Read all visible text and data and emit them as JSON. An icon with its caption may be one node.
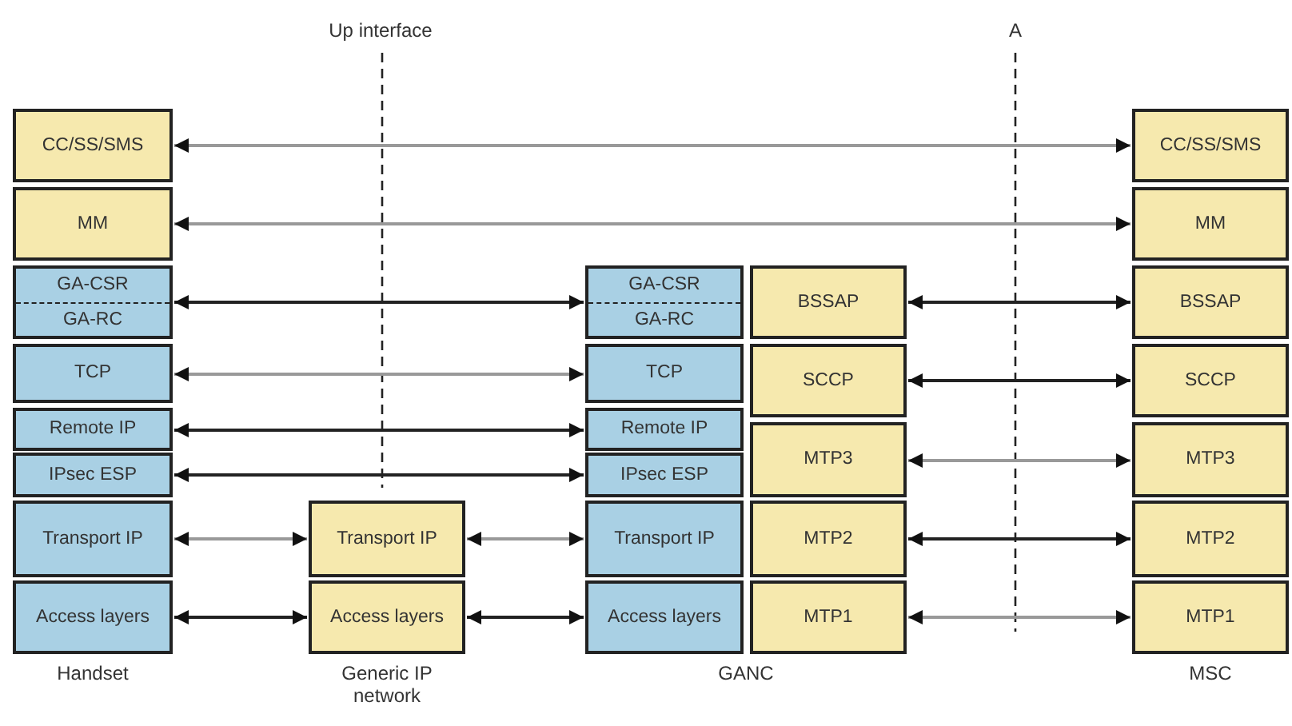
{
  "diagram": {
    "nodes": [
      {
        "text": [
          "CC/SS/SMS"
        ]
      },
      {
        "text": [
          "MM"
        ]
      },
      {
        "text": [
          "GA-CSR",
          "GA-RC"
        ]
      },
      {
        "text": [
          "TCP"
        ]
      },
      {
        "text": [
          "Remote IP"
        ]
      },
      {
        "text": [
          "IPsec ESP"
        ]
      },
      {
        "text": [
          "Transport IP"
        ]
      },
      {
        "text": [
          "Access layers"
        ]
      },
      {
        "text": [
          "Transport IP"
        ]
      },
      {
        "text": [
          "Access layers"
        ]
      },
      {
        "text": [
          "GA-CSR",
          "GA-RC"
        ]
      },
      {
        "text": [
          "TCP"
        ]
      },
      {
        "text": [
          "Remote IP"
        ]
      },
      {
        "text": [
          "IPsec ESP"
        ]
      },
      {
        "text": [
          "Transport IP"
        ]
      },
      {
        "text": [
          "Access layers"
        ]
      },
      {
        "text": [
          "BSSAP"
        ]
      },
      {
        "text": [
          "SCCP"
        ]
      },
      {
        "text": [
          "MTP3"
        ]
      },
      {
        "text": [
          "MTP2"
        ]
      },
      {
        "text": [
          "MTP1"
        ]
      },
      {
        "text": [
          "CC/SS/SMS"
        ]
      },
      {
        "text": [
          "MM"
        ]
      },
      {
        "text": [
          "BSSAP"
        ]
      },
      {
        "text": [
          "SCCP"
        ]
      },
      {
        "text": [
          "MTP3"
        ]
      },
      {
        "text": [
          "MTP2"
        ]
      },
      {
        "text": [
          "MTP1"
        ]
      }
    ],
    "edges": [
      {
        "from": 0,
        "to": 21,
        "arrow": "both",
        "color": "#999999"
      },
      {
        "from": 1,
        "to": 22,
        "arrow": "both",
        "color": "#999999"
      },
      {
        "from": 2,
        "to": 10,
        "arrow": "both"
      },
      {
        "from": 3,
        "to": 11,
        "arrow": "both",
        "color": "#999999"
      },
      {
        "from": 4,
        "to": 12,
        "arrow": "both"
      },
      {
        "from": 5,
        "to": 13,
        "arrow": "both"
      },
      {
        "from": 6,
        "to": 8,
        "arrow": "both",
        "color": "#999999"
      },
      {
        "from": 8,
        "to": 14,
        "arrow": "both",
        "color": "#999999"
      },
      {
        "from": 7,
        "to": 9,
        "arrow": "both"
      },
      {
        "from": 9,
        "to": 15,
        "arrow": "both"
      },
      {
        "from": 16,
        "to": 23,
        "arrow": "both"
      },
      {
        "from": 17,
        "to": 24,
        "arrow": "both"
      },
      {
        "from": 18,
        "to": 25,
        "arrow": "both",
        "color": "#999999"
      },
      {
        "from": 19,
        "to": 26,
        "arrow": "both"
      },
      {
        "from": 20,
        "to": 27,
        "arrow": "both",
        "color": "#999999"
      }
    ],
    "labels": [
      "Up interface",
      "A",
      "Handset",
      "Generic IP network",
      "GANC",
      "MSC"
    ]
  }
}
